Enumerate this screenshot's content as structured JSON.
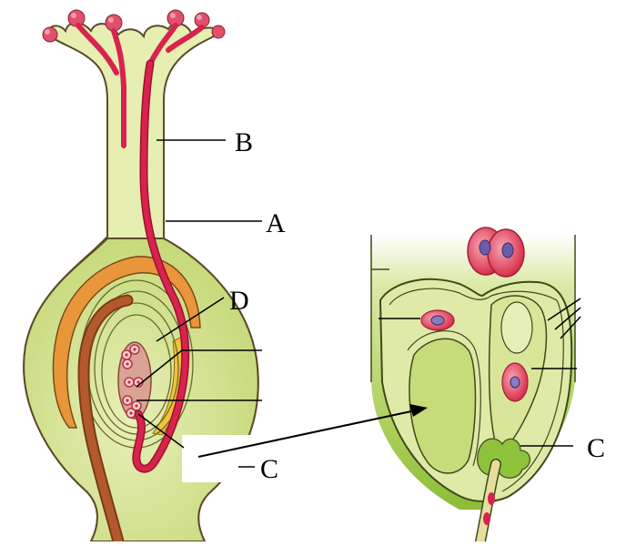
{
  "diagram": {
    "labels": {
      "b": "B",
      "a": "A",
      "d": "D",
      "c_left": "C",
      "c_right": "C"
    },
    "colors": {
      "pistil_fill": "#e4edb0",
      "ovary_fill": "#c9dc7e",
      "outline": "#5c4a2a",
      "pollen_tube": "#d8234e",
      "pollen_tube_light": "#f08aa0",
      "integument_orange": "#e9953a",
      "integument_yellow": "#f1c23a",
      "funiculus_brown": "#b35a2c",
      "embryo_sac_fill": "#d9a493",
      "cell_red": "#e04a5e",
      "nucleus_blue": "#6d5aa8",
      "zoom_green": "#8ec13c",
      "zoom_light": "#eef4c8",
      "arrow": "#000000"
    }
  }
}
